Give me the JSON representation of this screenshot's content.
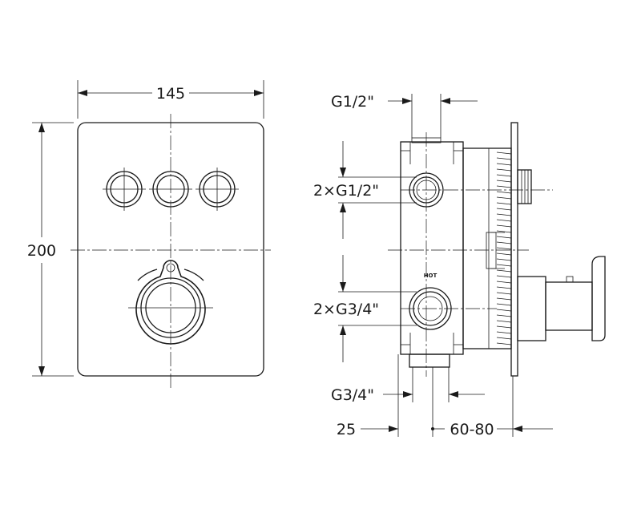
{
  "dimensions": {
    "width": "145",
    "height": "200",
    "top_inlet": "G1/2\"",
    "side_outlets_upper": "2×G1/2\"",
    "side_outlets_lower": "2×G3/4\"",
    "bottom_inlet": "G3/4\"",
    "depth_box": "25",
    "depth_range": "60-80"
  },
  "labels": {
    "hot": "HOT"
  },
  "colors": {
    "ink": "#1a1a1a",
    "background": "#ffffff"
  }
}
